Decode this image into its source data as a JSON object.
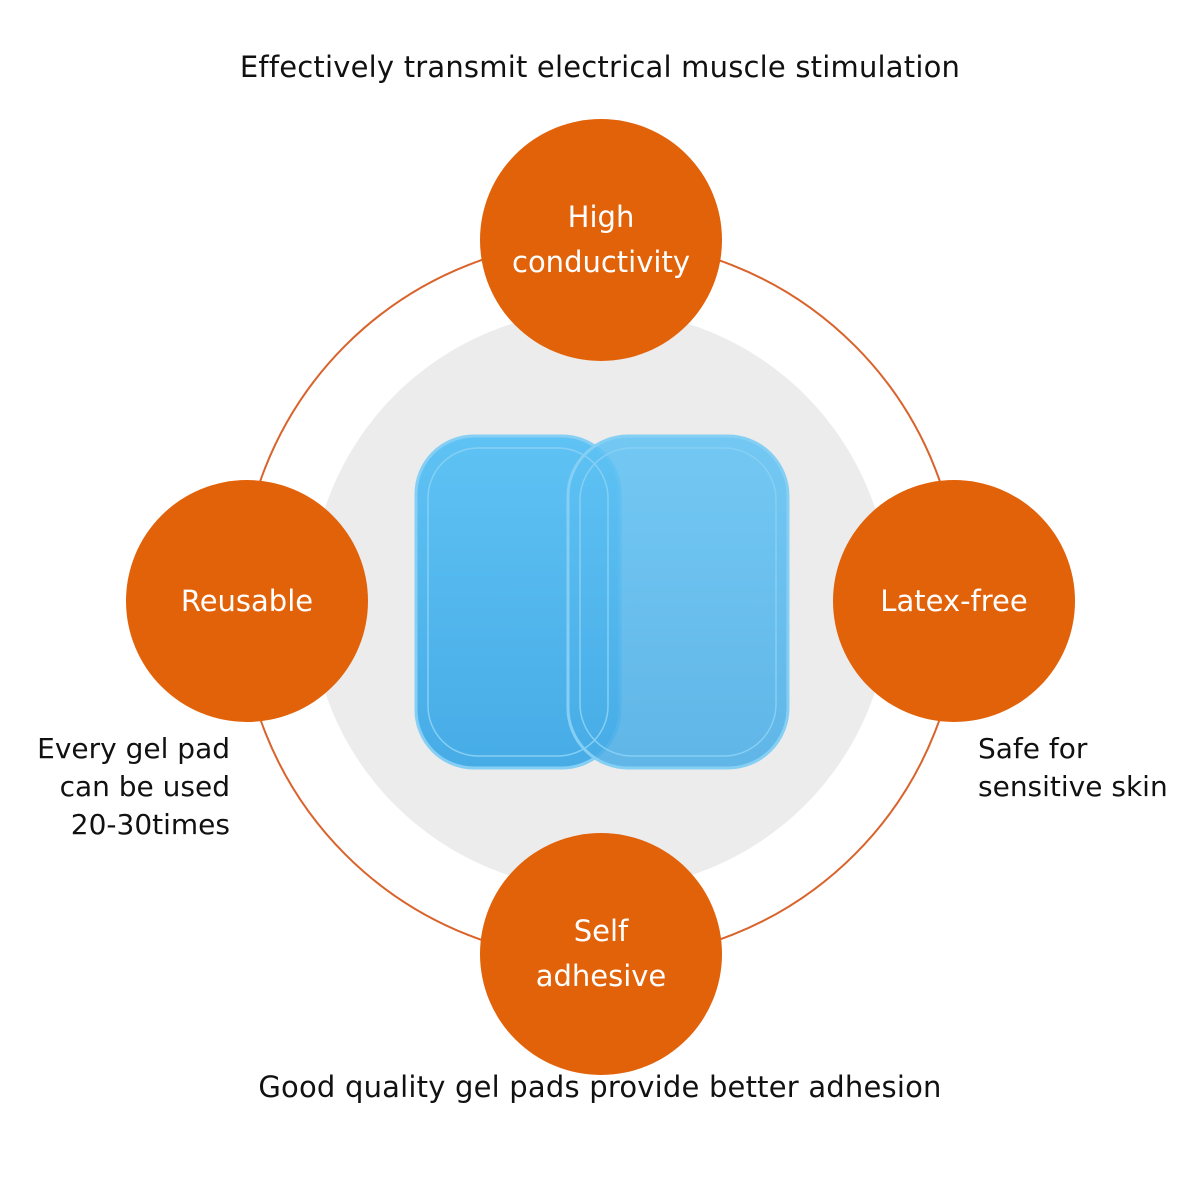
{
  "headline_top": "Effectively transmit electrical muscle stimulation",
  "headline_bottom": "Good quality gel pads provide better adhesion",
  "colors": {
    "accent": "#e2620a",
    "ring_stroke": "#d9632a",
    "center_disc": "#ececec",
    "pad_fill": "#5bbbef",
    "pad_border": "#86cff4"
  },
  "features": {
    "top": {
      "line1": "High",
      "line2": "conductivity"
    },
    "left": {
      "line1": "Reusable"
    },
    "right": {
      "line1": "Latex-free"
    },
    "bottom": {
      "line1": "Self",
      "line2": "adhesive"
    }
  },
  "notes": {
    "left": {
      "line1": "Every gel pad",
      "line2": "can be used",
      "line3": "20-30times"
    },
    "right": {
      "line1": "Safe for",
      "line2": "sensitive skin"
    }
  },
  "product": {
    "icon": "gel-pads-image"
  }
}
